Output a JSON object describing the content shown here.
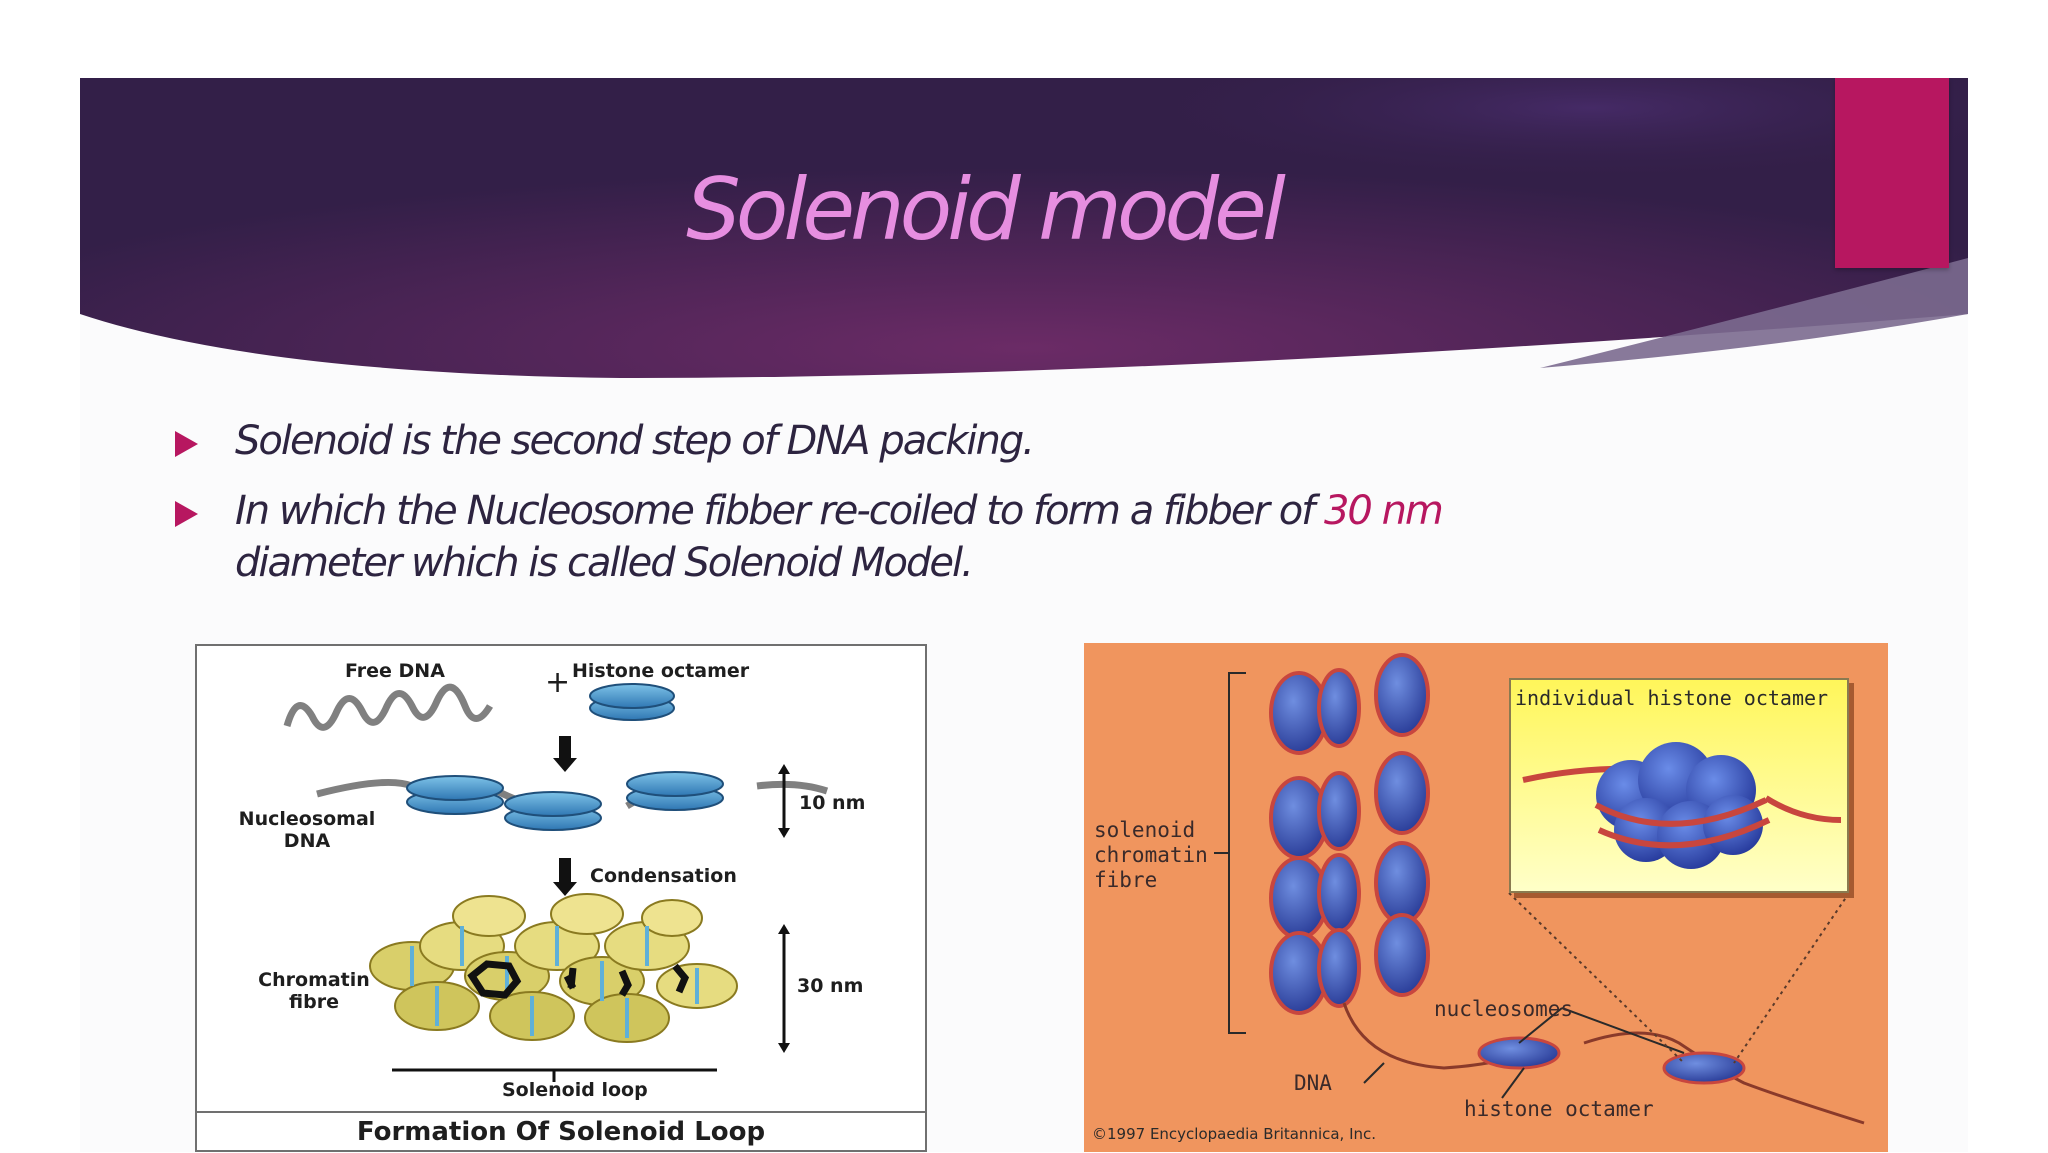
{
  "slide": {
    "title": "Solenoid model",
    "colors": {
      "banner": "#3a2350",
      "accent": "#b71760",
      "title": "#e68ee0",
      "body_text": "#2d2440"
    }
  },
  "bullets": [
    {
      "text": "Solenoid is the second step of DNA packing."
    },
    {
      "text_before": "In which the Nucleosome fibber re-coiled to form a fibber of ",
      "highlight": "30 nm",
      "text_after": " diameter which is called Solenoid Model."
    }
  ],
  "figure_left": {
    "free_dna": "Free DNA",
    "plus": "+",
    "histone_octamer": "Histone octamer",
    "nucleosomal_dna_1": "Nucleosomal",
    "nucleosomal_dna_2": "DNA",
    "size_10": "10 nm",
    "condensation": "Condensation",
    "chromatin_1": "Chromatin",
    "chromatin_2": "fibre",
    "size_30": "30 nm",
    "solenoid_loop": "Solenoid loop",
    "caption": "Formation Of Solenoid Loop"
  },
  "figure_right": {
    "solenoid_1": "solenoid",
    "solenoid_2": "chromatin",
    "solenoid_3": "fibre",
    "inset_label": "individual histone octamer",
    "nucleosomes": "nucleosomes",
    "dna": "DNA",
    "histone_octamer": "histone octamer",
    "copyright": "©1997 Encyclopaedia Britannica, Inc."
  }
}
